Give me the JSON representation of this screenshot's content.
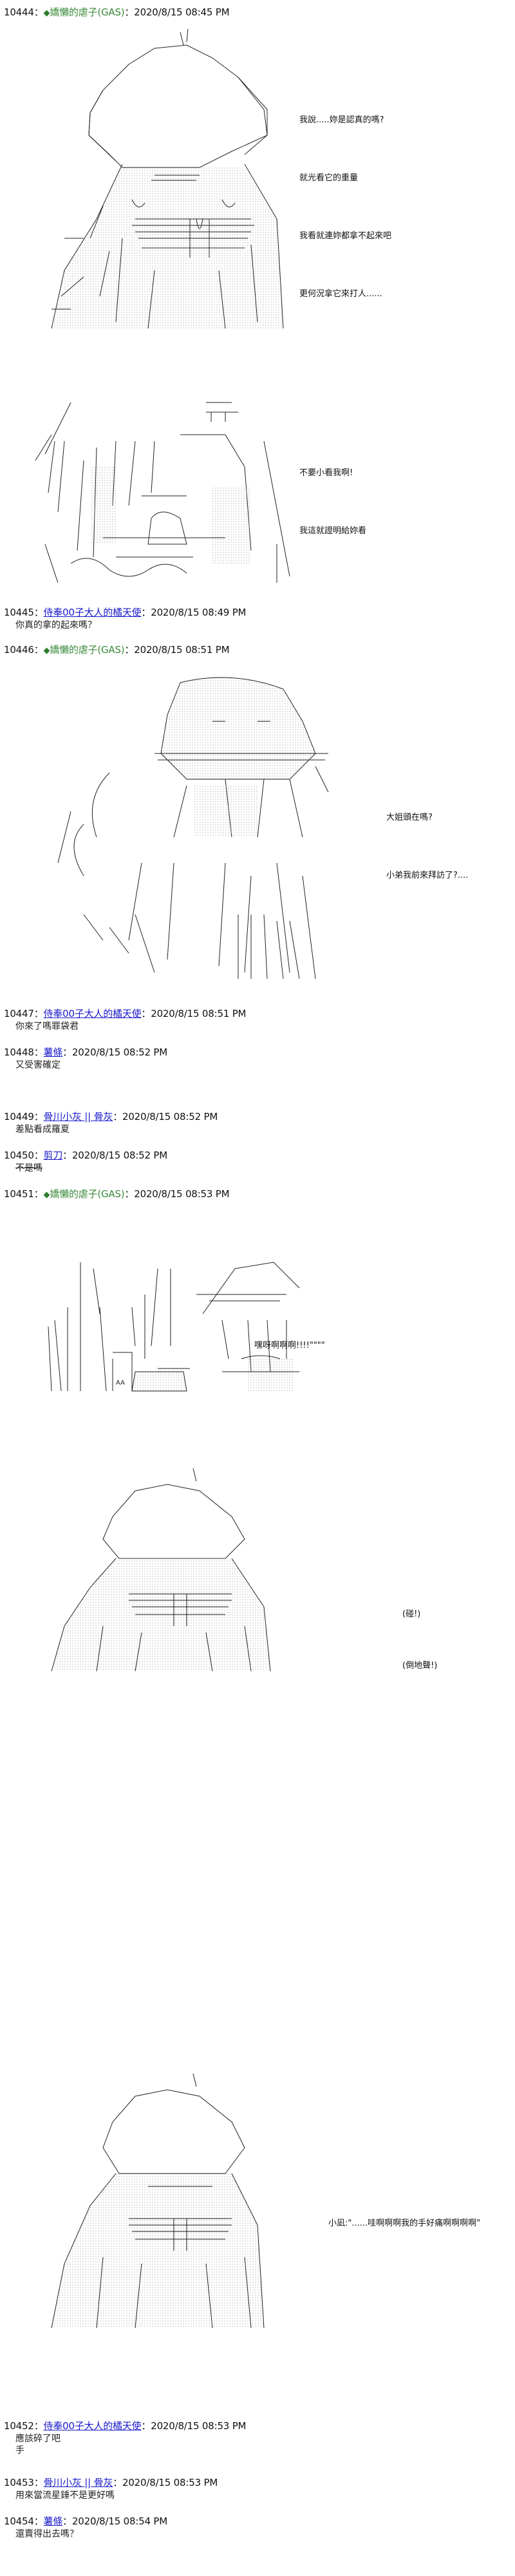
{
  "thread": {
    "posts": [
      {
        "number": "10444",
        "author": "嬌懶的虐子(GAS)",
        "author_marker": "◆",
        "timestamp": "2020/8/15 08:45 PM",
        "panels": [
          {
            "dialog": [
              "我說.....妳是認真的嗎?",
              "就光看它的重量",
              "我看就連妳都拿不起來吧",
              "更何況拿它來打人......"
            ]
          },
          {
            "dialog": [
              "不要小看我啊!",
              "我這就證明給妳看"
            ]
          }
        ]
      },
      {
        "number": "10445",
        "author": "侍奉00子大人的橘天使",
        "timestamp": "2020/8/15 08:49 PM",
        "body": "你真的拿的起來嗎？"
      },
      {
        "number": "10446",
        "author": "嬌懶的虐子(GAS)",
        "author_marker": "◆",
        "timestamp": "2020/8/15 08:51 PM",
        "panels": [
          {
            "dialog": [
              "大姐頭在嗎?",
              "小弟我前來拜訪了?...."
            ]
          }
        ]
      },
      {
        "number": "10447",
        "author": "侍奉00子大人的橘天使",
        "timestamp": "2020/8/15 08:51 PM",
        "body": "你來了嗎罪袋君"
      },
      {
        "number": "10448",
        "author": "薯條",
        "timestamp": "2020/8/15 08:52 PM",
        "body": "又受害確定"
      },
      {
        "number": "10449",
        "author": "骨川小灰 || 骨灰",
        "timestamp": "2020/8/15 08:52 PM",
        "body": "差點看成羅夏"
      },
      {
        "number": "10450",
        "author": "剪刀",
        "timestamp": "2020/8/15 08:52 PM",
        "body": "不是嗎",
        "body_style": "strikethrough"
      },
      {
        "number": "10451",
        "author": "嬌懶的虐子(GAS)",
        "author_marker": "◆",
        "timestamp": "2020/8/15 08:53 PM",
        "panels": [
          {
            "dialog": [
              "嘿呀啊啊啊!!!!\"\"\"\""
            ]
          },
          {
            "sfx": [
              "(碰!)",
              "(倒地聲!)"
            ]
          },
          {
            "dialog": [
              "小凪:\"......哇啊啊啊我的手好痛啊啊啊啊\""
            ]
          }
        ]
      },
      {
        "number": "10452",
        "author": "侍奉00子大人的橘天使",
        "timestamp": "2020/8/15 08:53 PM",
        "body": "應該碎了吧\n手"
      },
      {
        "number": "10453",
        "author": "骨川小灰 || 骨灰",
        "timestamp": "2020/8/15 08:53 PM",
        "body": "用來當流星錘不是更好嗎"
      },
      {
        "number": "10454",
        "author": "薯條",
        "timestamp": "2020/8/15 08:54 PM",
        "body": "還賣得出去嗎？"
      }
    ],
    "separator": "：",
    "colors": {
      "gas_author": "#3a8a3a",
      "link_author": "#1a1acc",
      "text": "#111111"
    }
  }
}
